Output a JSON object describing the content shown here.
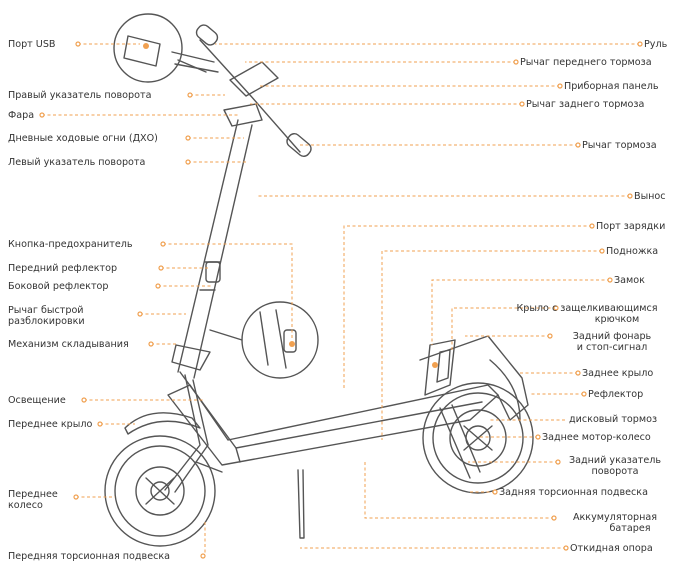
{
  "colors": {
    "accent": "#f0a050",
    "line": "#555555",
    "text": "#333333"
  },
  "labels": {
    "usb_port": "Порт USB",
    "right_turn_signal": "Правый указатель поворота",
    "headlight": "Фара",
    "drl": "Дневные ходовые огни (ДХО)",
    "left_turn_signal": "Левый указатель поворота",
    "safety_button": "Кнопка-предохранитель",
    "front_reflector": "Передний рефлектор",
    "side_reflector": "Боковой рефлектор",
    "quick_release_line1": "Рычаг быстрой",
    "quick_release_line2": "разблокировки",
    "folding_mechanism": "Механизм складывания",
    "lighting": "Освещение",
    "front_fender": "Переднее крыло",
    "front_wheel_line1": "Переднее",
    "front_wheel_line2": "колесо",
    "front_torsion": "Передняя торсионная подвеска",
    "handlebar": "Руль",
    "front_brake_lever": "Рычаг переднего тормоза",
    "dashboard": "Приборная панель",
    "rear_brake_lever": "Рычаг заднего тормоза",
    "brake_lever": "Рычаг тормоза",
    "stem": "Вынос",
    "charging_port": "Порт зарядки",
    "footrest": "Подножка",
    "lock": "Замок",
    "fender_hook_line1": "Крыло с защелкивающимся",
    "fender_hook_line2": "крючком",
    "tail_light_line1": "Задний фонарь",
    "tail_light_line2": "и стоп-сигнал",
    "rear_fender": "Заднее крыло",
    "reflector": "Рефлектор",
    "disc_brake": "дисковый тормоз",
    "rear_motor_wheel": "Заднее мотор-колесо",
    "rear_turn_signal_line1": "Задний указатель",
    "rear_turn_signal_line2": "поворота",
    "rear_torsion": "Задняя торсионная подвеска",
    "battery_line1": "Аккумуляторная",
    "battery_line2": "батарея",
    "kickstand": "Откидная опора"
  }
}
